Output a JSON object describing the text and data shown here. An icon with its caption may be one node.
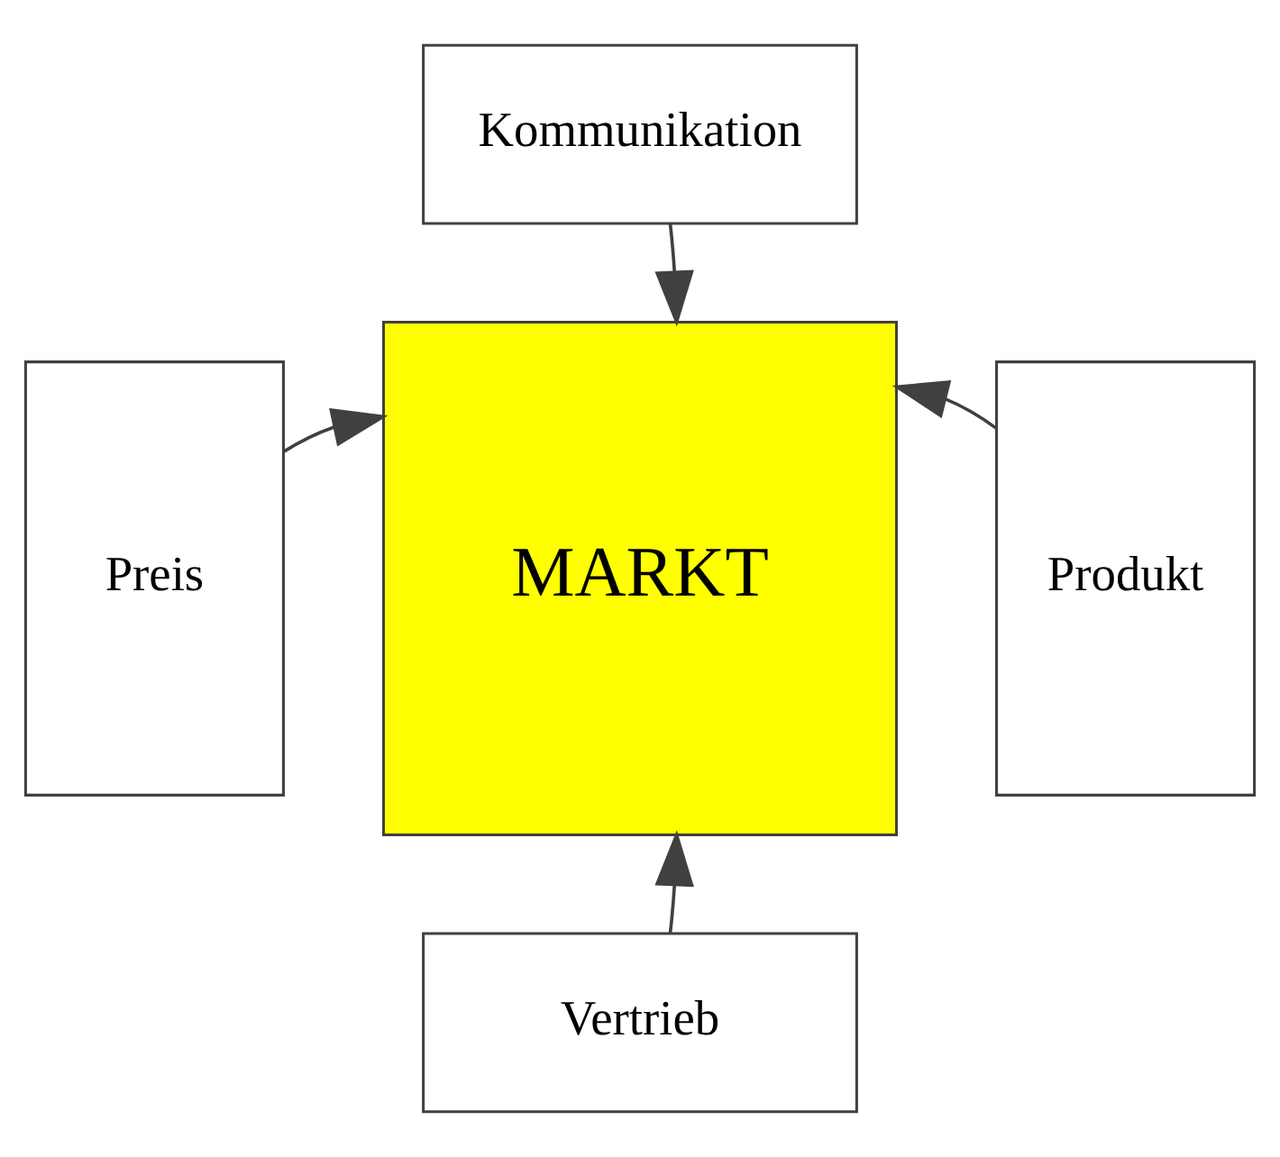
{
  "diagram": {
    "nodes": [
      {
        "text": [
          "MARKT"
        ]
      },
      {
        "text": [
          "Kommunikation"
        ]
      },
      {
        "text": [
          "Preis"
        ]
      },
      {
        "text": [
          "Produkt"
        ]
      },
      {
        "text": [
          "Vertrieb"
        ]
      }
    ],
    "edges": [
      {
        "from": 1,
        "to": 0,
        "arrow": "to"
      },
      {
        "from": 2,
        "to": 0,
        "arrow": "to"
      },
      {
        "from": 3,
        "to": 0,
        "arrow": "to"
      },
      {
        "from": 4,
        "to": 0,
        "arrow": "to"
      }
    ]
  }
}
